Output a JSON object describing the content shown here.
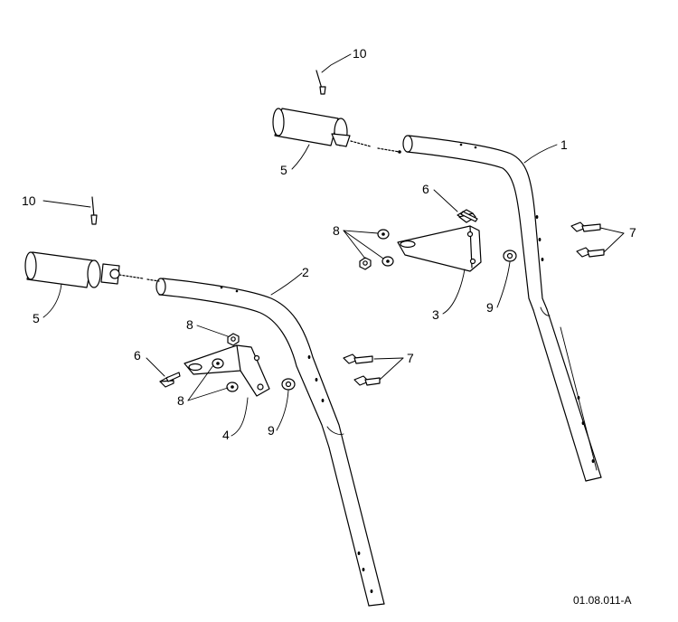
{
  "callouts": {
    "c1": "1",
    "c2": "2",
    "c3": "3",
    "c4": "4",
    "c5a": "5",
    "c5b": "5",
    "c6a": "6",
    "c6b": "6",
    "c7a": "7",
    "c7b": "7",
    "c8a": "8",
    "c8b": "8",
    "c8c": "8",
    "c9a": "9",
    "c9b": "9",
    "c10a": "10",
    "c10b": "10"
  },
  "figure_code": "01.08.011-A"
}
